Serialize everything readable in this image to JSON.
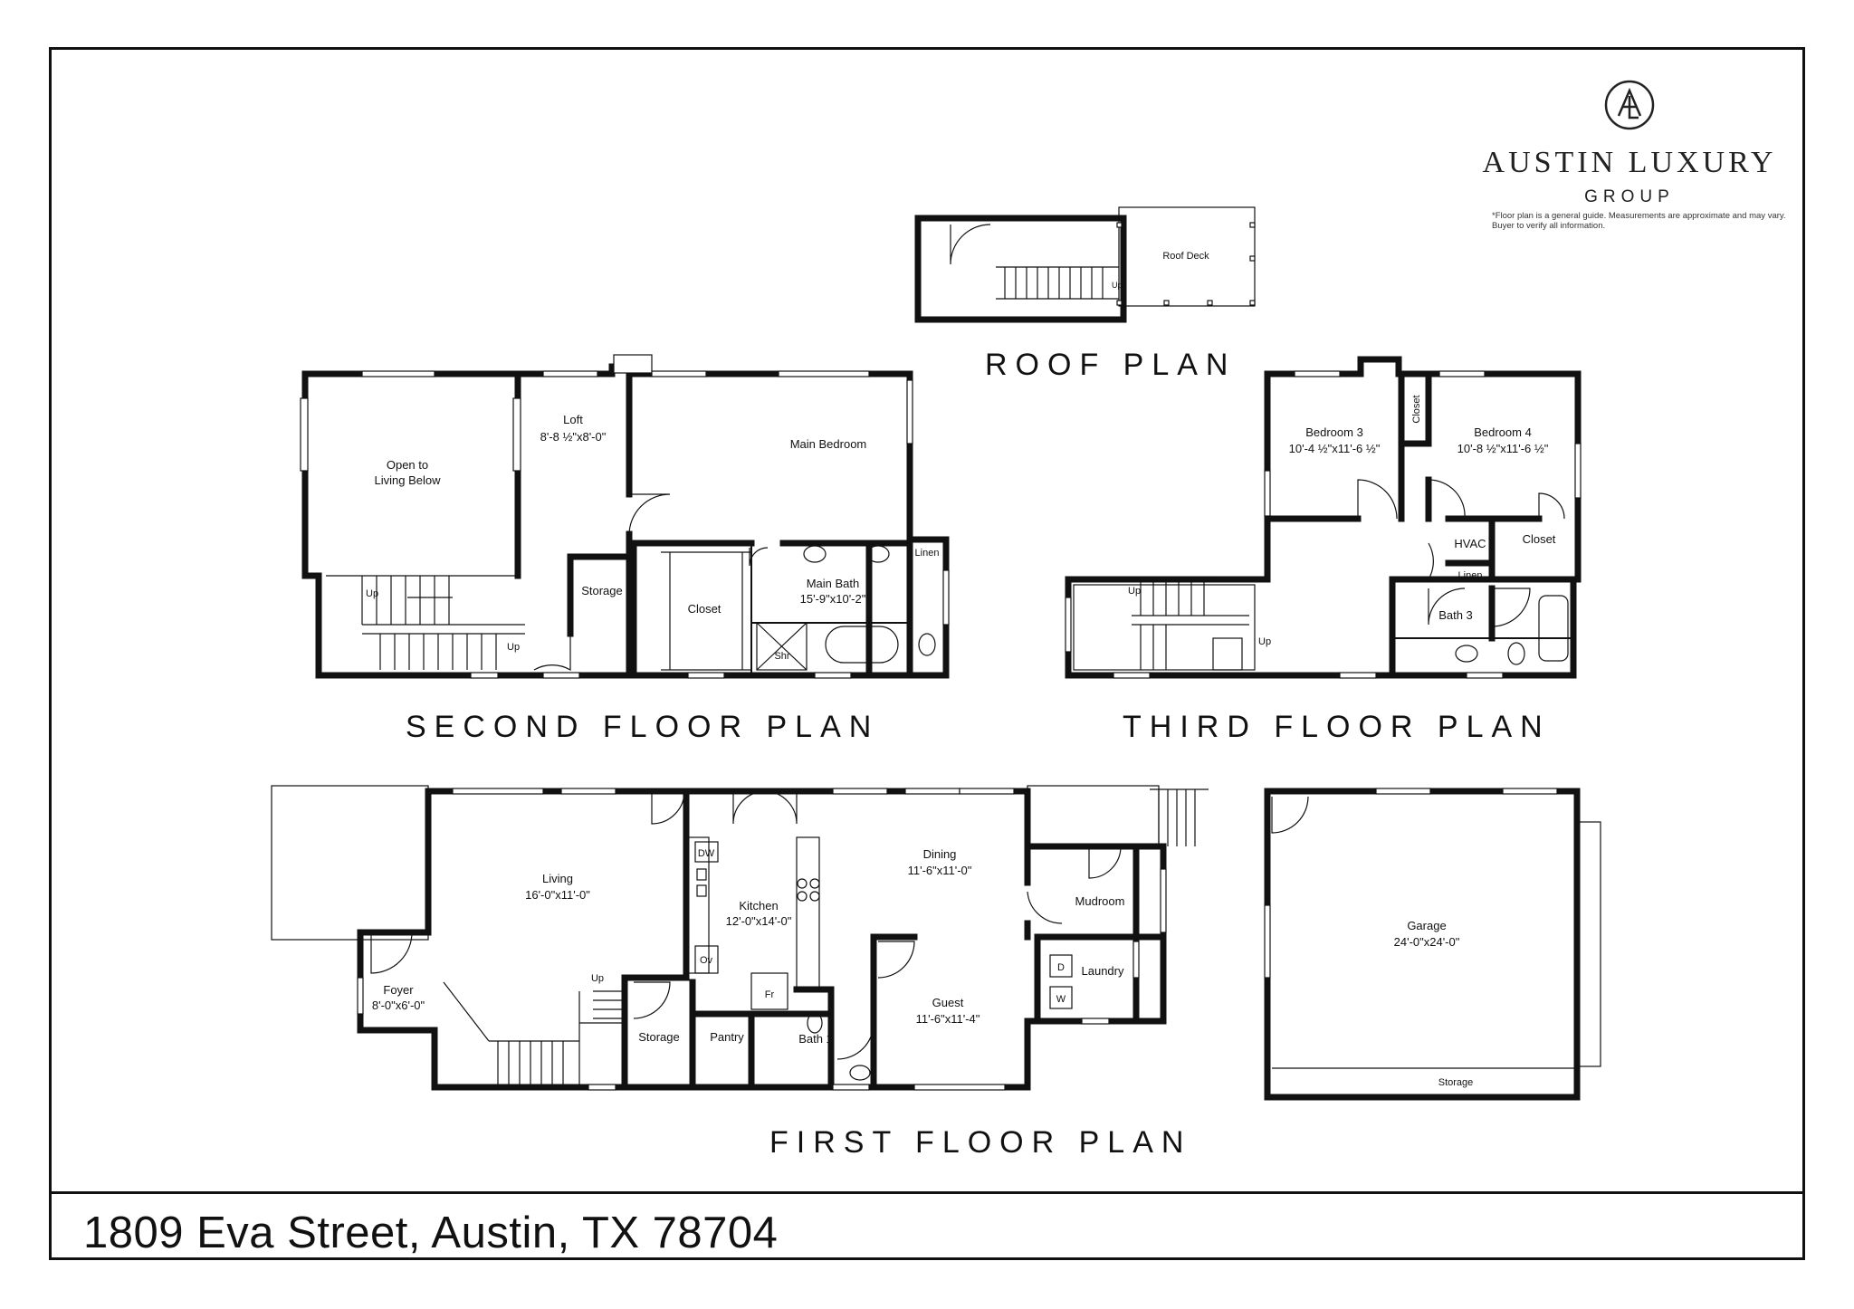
{
  "brand": {
    "name": "AUSTIN LUXURY",
    "subtitle": "GROUP",
    "logo_mark": "AL"
  },
  "disclaimer": "*Floor plan is a general guide. Measurements are approximate and may vary. Buyer to verify all information.",
  "address": "1809 Eva Street, Austin, TX 78704",
  "plans": {
    "roof": {
      "title": "ROOF PLAN",
      "labels": {
        "roof_deck": "Roof Deck",
        "up": "Up"
      }
    },
    "second": {
      "title": "SECOND FLOOR PLAN",
      "rooms": {
        "open_to_living": [
          "Open to",
          "Living Below"
        ],
        "loft": {
          "name": "Loft",
          "dims": "8'-8 ½\"x8'-0\""
        },
        "main_bedroom": "Main Bedroom",
        "storage": "Storage",
        "closet": "Closet",
        "main_bath": {
          "name": "Main Bath",
          "dims": "15'-9\"x10'-2\""
        },
        "linen": "Linen",
        "shower": "Shr",
        "up_1": "Up",
        "up_2": "Up"
      }
    },
    "third": {
      "title": "THIRD FLOOR PLAN",
      "rooms": {
        "bedroom3": {
          "name": "Bedroom 3",
          "dims": "10'-4 ½\"x11'-6 ½\""
        },
        "bedroom4": {
          "name": "Bedroom 4",
          "dims": "10'-8 ½\"x11'-6 ½\""
        },
        "closet_vertical": "Closet",
        "closet": "Closet",
        "hvac": "HVAC",
        "linen": "Linen",
        "bath3": "Bath 3",
        "up_1": "Up",
        "up_2": "Up"
      }
    },
    "first": {
      "title": "FIRST FLOOR PLAN",
      "rooms": {
        "living": {
          "name": "Living",
          "dims": "16'-0\"x11'-0\""
        },
        "kitchen": {
          "name": "Kitchen",
          "dims": "12'-0\"x14'-0\""
        },
        "dining": {
          "name": "Dining",
          "dims": "11'-6\"x11'-0\""
        },
        "mudroom": "Mudroom",
        "laundry": "Laundry",
        "guest": {
          "name": "Guest",
          "dims": "11'-6\"x11'-4\""
        },
        "foyer": {
          "name": "Foyer",
          "dims": "8'-0\"x6'-0\""
        },
        "storage": "Storage",
        "pantry": "Pantry",
        "bath1": "Bath 1",
        "dw": "DW",
        "ov": "Ov",
        "fr": "Fr",
        "dryer": "D",
        "washer": "W",
        "up": "Up"
      }
    },
    "garage": {
      "rooms": {
        "garage": {
          "name": "Garage",
          "dims": "24'-0\"x24'-0\""
        },
        "storage": "Storage"
      }
    }
  }
}
